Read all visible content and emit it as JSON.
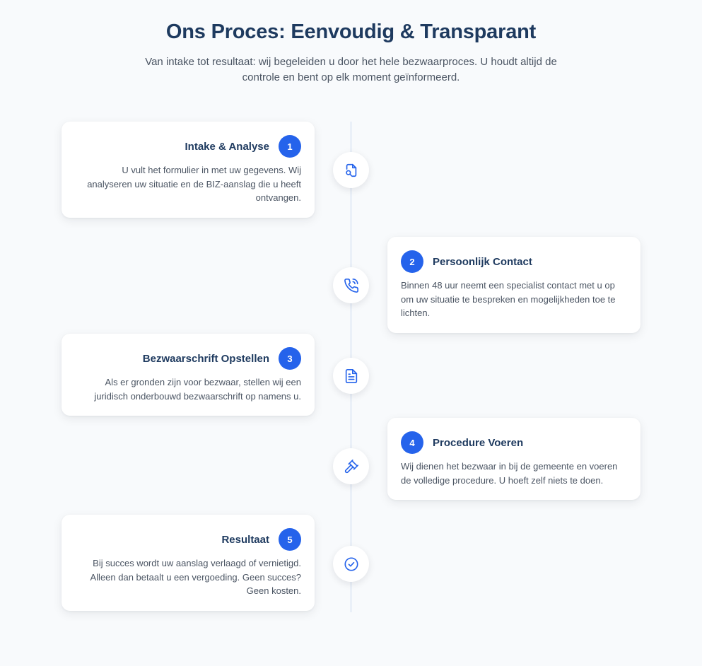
{
  "header": {
    "title": "Ons Proces: Eenvoudig & Transparant",
    "subtitle": "Van intake tot resultaat: wij begeleiden u door het hele bezwaarproces. U houdt altijd de controle en bent op elk moment geïnformeerd."
  },
  "colors": {
    "accent": "#2563eb",
    "heading": "#1e3a5f",
    "text": "#4b5563",
    "line": "#c7d7f0"
  },
  "steps": [
    {
      "number": "1",
      "title": "Intake & Analyse",
      "text": "U vult het formulier in met uw gegevens. Wij analyseren uw situatie en de BIZ-aanslag die u heeft ontvangen.",
      "icon": "document-search-icon"
    },
    {
      "number": "2",
      "title": "Persoonlijk Contact",
      "text": "Binnen 48 uur neemt een specialist contact met u op om uw situatie te bespreken en mogelijkheden toe te lichten.",
      "icon": "phone-call-icon"
    },
    {
      "number": "3",
      "title": "Bezwaarschrift Opstellen",
      "text": "Als er gronden zijn voor bezwaar, stellen wij een juridisch onderbouwd bezwaarschrift op namens u.",
      "icon": "document-icon"
    },
    {
      "number": "4",
      "title": "Procedure Voeren",
      "text": "Wij dienen het bezwaar in bij de gemeente en voeren de volledige procedure. U hoeft zelf niets te doen.",
      "icon": "gavel-icon"
    },
    {
      "number": "5",
      "title": "Resultaat",
      "text": "Bij succes wordt uw aanslag verlaagd of vernietigd. Alleen dan betaalt u een vergoeding. Geen succes? Geen kosten.",
      "icon": "check-circle-icon"
    }
  ]
}
